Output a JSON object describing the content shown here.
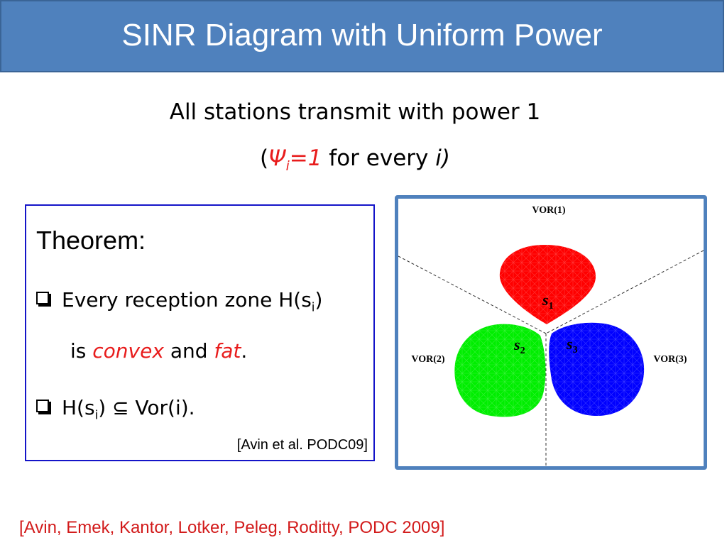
{
  "slide": {
    "title": "SINR Diagram with Uniform Power",
    "subtitle_line1": "All stations transmit with power 1",
    "subtitle_open": "(",
    "subtitle_psi": "Ψ",
    "subtitle_psi_sub": "i",
    "subtitle_eq": "=1",
    "subtitle_for_every": " for every ",
    "subtitle_i": "i",
    "subtitle_close": ")"
  },
  "theorem": {
    "heading": "Theorem:",
    "bullet1_part1": "Every reception zone H(s",
    "bullet1_sub": "i",
    "bullet1_part2": ")",
    "bullet1_line2_is": "is ",
    "bullet1_convex": "convex",
    "bullet1_and": " and ",
    "bullet1_fat": "fat",
    "bullet1_period": ".",
    "bullet2_part1": "H(s",
    "bullet2_sub": "i",
    "bullet2_part2": ") ⊆ Vor(i).",
    "citation": "[Avin et al. PODC09]"
  },
  "figure": {
    "vor1": "VOR(1)",
    "vor2": "VOR(2)",
    "vor3": "VOR(3)",
    "s1_letter": "s",
    "s1_sub": "1",
    "s2_letter": "s",
    "s2_sub": "2",
    "s3_letter": "s",
    "s3_sub": "3",
    "colors": {
      "zone1": "#ff0000",
      "zone2": "#00ee00",
      "zone3": "#0000ff",
      "frame": "#4f81bd"
    }
  },
  "footer": {
    "reference": "[Avin, Emek, Kantor, Lotker, Peleg, Roditty, PODC 2009]"
  }
}
